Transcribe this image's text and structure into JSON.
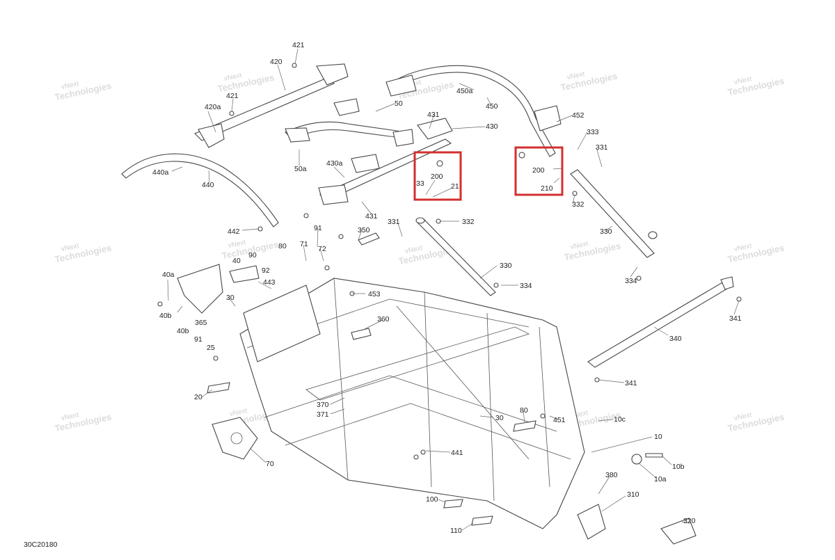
{
  "figure_code": "30C20180",
  "watermark": {
    "line1": "vNext",
    "line2": "Technologies"
  },
  "highlight_color": "#d32f2f",
  "callouts": [
    {
      "id": "c421a",
      "text": "421"
    },
    {
      "id": "c420",
      "text": "420"
    },
    {
      "id": "c421b",
      "text": "421"
    },
    {
      "id": "c420a",
      "text": "420a"
    },
    {
      "id": "c440a",
      "text": "440a"
    },
    {
      "id": "c440",
      "text": "440"
    },
    {
      "id": "c442",
      "text": "442"
    },
    {
      "id": "c50",
      "text": "50"
    },
    {
      "id": "c50a",
      "text": "50a"
    },
    {
      "id": "c430a",
      "text": "430a"
    },
    {
      "id": "c431a",
      "text": "431"
    },
    {
      "id": "c430",
      "text": "430"
    },
    {
      "id": "c431b",
      "text": "431"
    },
    {
      "id": "c450a",
      "text": "450a"
    },
    {
      "id": "c450",
      "text": "450"
    },
    {
      "id": "c452",
      "text": "452"
    },
    {
      "id": "c333a",
      "text": "333"
    },
    {
      "id": "c331a",
      "text": "331"
    },
    {
      "id": "c200a",
      "text": "200"
    },
    {
      "id": "c210a",
      "text": "21"
    },
    {
      "id": "c333b",
      "text": "33"
    },
    {
      "id": "c200b",
      "text": "200"
    },
    {
      "id": "c210b",
      "text": "210"
    },
    {
      "id": "c332a",
      "text": "332"
    },
    {
      "id": "c332b",
      "text": "332"
    },
    {
      "id": "c331b",
      "text": "331"
    },
    {
      "id": "c330a",
      "text": "330"
    },
    {
      "id": "c330b",
      "text": "330"
    },
    {
      "id": "c334a",
      "text": "334"
    },
    {
      "id": "c334b",
      "text": "334"
    },
    {
      "id": "c350",
      "text": "350"
    },
    {
      "id": "c91a",
      "text": "91"
    },
    {
      "id": "c71",
      "text": "71"
    },
    {
      "id": "c72",
      "text": "72"
    },
    {
      "id": "c90",
      "text": "90"
    },
    {
      "id": "c80a",
      "text": "80"
    },
    {
      "id": "c40",
      "text": "40"
    },
    {
      "id": "c92",
      "text": "92"
    },
    {
      "id": "c443",
      "text": "443"
    },
    {
      "id": "c40a",
      "text": "40a"
    },
    {
      "id": "c30a",
      "text": "30"
    },
    {
      "id": "c453",
      "text": "453"
    },
    {
      "id": "c40b",
      "text": "40b"
    },
    {
      "id": "c365",
      "text": "365"
    },
    {
      "id": "c40b2",
      "text": "40b"
    },
    {
      "id": "c91b",
      "text": "91"
    },
    {
      "id": "c25",
      "text": "25"
    },
    {
      "id": "c360",
      "text": "360"
    },
    {
      "id": "c341a",
      "text": "341"
    },
    {
      "id": "c340",
      "text": "340"
    },
    {
      "id": "c341b",
      "text": "341"
    },
    {
      "id": "c20",
      "text": "20"
    },
    {
      "id": "c370",
      "text": "370"
    },
    {
      "id": "c371",
      "text": "371"
    },
    {
      "id": "c30b",
      "text": "30"
    },
    {
      "id": "c80b",
      "text": "80"
    },
    {
      "id": "c451",
      "text": "451"
    },
    {
      "id": "c10c",
      "text": "10c"
    },
    {
      "id": "c10",
      "text": "10"
    },
    {
      "id": "c441",
      "text": "441"
    },
    {
      "id": "c70",
      "text": "70"
    },
    {
      "id": "c10b",
      "text": "10b"
    },
    {
      "id": "c10a",
      "text": "10a"
    },
    {
      "id": "c380",
      "text": "380"
    },
    {
      "id": "c310",
      "text": "310"
    },
    {
      "id": "c100",
      "text": "100"
    },
    {
      "id": "c110",
      "text": "110"
    },
    {
      "id": "c320",
      "text": "320"
    }
  ]
}
